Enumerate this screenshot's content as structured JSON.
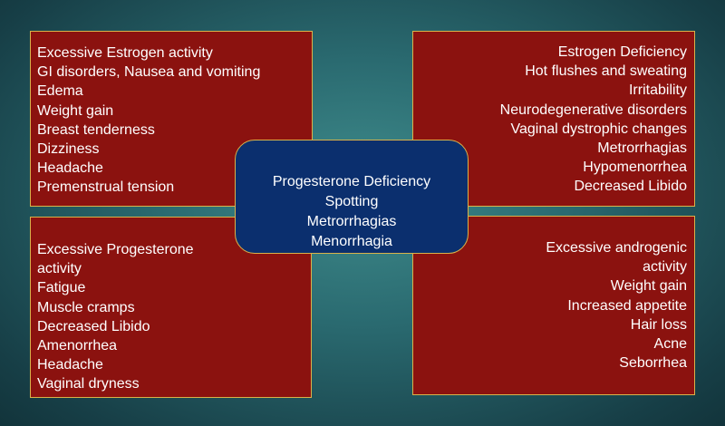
{
  "colors": {
    "background": "#2a6a70",
    "outer_box_fill": "#8b120f",
    "center_box_fill": "#0b2f6e",
    "border": "#d9b24a",
    "text": "#ffffff"
  },
  "top_left": {
    "lines": [
      "Excessive Estrogen activity",
      "GI disorders, Nausea and vomiting",
      "Edema",
      "Weight gain",
      "Breast tenderness",
      "Dizziness",
      "Headache",
      "Premenstrual tension"
    ]
  },
  "top_right": {
    "lines": [
      "Estrogen Deficiency",
      "Hot flushes and sweating",
      "Irritability",
      "Neurodegenerative disorders",
      "Vaginal dystrophic changes",
      "Metrorrhagias",
      "Hypomenorrhea",
      "Decreased Libido"
    ]
  },
  "center": {
    "lines": [
      "Progesterone Deficiency",
      "Spotting",
      "Metrorrhagias",
      "Menorrhagia"
    ]
  },
  "bottom_left": {
    "lines": [
      "Excessive Progesterone",
      "activity",
      "Fatigue",
      "Muscle cramps",
      "Decreased Libido",
      "Amenorrhea",
      "Headache",
      "Vaginal dryness"
    ]
  },
  "bottom_right": {
    "lines": [
      "Excessive androgenic",
      "activity",
      "Weight gain",
      "Increased appetite",
      "Hair loss",
      "Acne",
      "Seborrhea"
    ]
  }
}
